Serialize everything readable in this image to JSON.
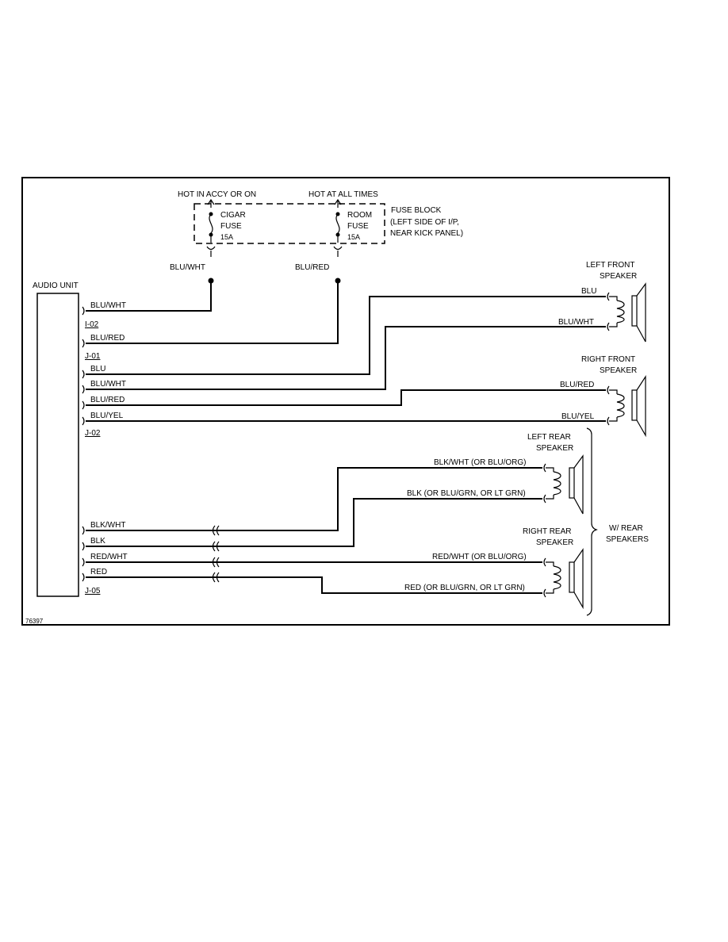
{
  "fuse_block": {
    "hot_accy_label": "HOT IN ACCY OR ON",
    "hot_all_label": "HOT AT ALL TIMES",
    "title": "FUSE BLOCK",
    "location_line1": "(LEFT SIDE OF I/P,",
    "location_line2": "NEAR KICK PANEL)",
    "cigar": {
      "name": "CIGAR",
      "type": "FUSE",
      "rating": "15A"
    },
    "room": {
      "name": "ROOM",
      "type": "FUSE",
      "rating": "15A"
    }
  },
  "fuse_outputs": {
    "left_wire": "BLU/WHT",
    "right_wire": "BLU/RED"
  },
  "audio_unit": {
    "label": "AUDIO UNIT",
    "wires": [
      "BLU/WHT",
      "BLU/RED",
      "BLU",
      "BLU/WHT",
      "BLU/RED",
      "BLU/YEL",
      "BLK/WHT",
      "BLK",
      "RED/WHT",
      "RED"
    ],
    "connectors": [
      "I-02",
      "J-01",
      "J-02",
      "J-05"
    ]
  },
  "speakers": {
    "left_front": {
      "line1": "LEFT FRONT",
      "line2": "SPEAKER",
      "wire_top": "BLU",
      "wire_bottom": "BLU/WHT"
    },
    "right_front": {
      "line1": "RIGHT FRONT",
      "line2": "SPEAKER",
      "wire_top": "BLU/RED",
      "wire_bottom": "BLU/YEL"
    },
    "left_rear": {
      "line1": "LEFT REAR",
      "line2": "SPEAKER",
      "wire_top": "BLK/WHT (OR BLU/ORG)",
      "wire_bottom": "BLK (OR BLU/GRN, OR LT GRN)"
    },
    "right_rear": {
      "line1": "RIGHT REAR",
      "line2": "SPEAKER",
      "wire_top": "RED/WHT (OR BLU/ORG)",
      "wire_bottom": "RED (OR BLU/GRN, OR LT GRN)"
    }
  },
  "rear_option": {
    "line1": "W/ REAR",
    "line2": "SPEAKERS"
  },
  "figure_id": "76397"
}
